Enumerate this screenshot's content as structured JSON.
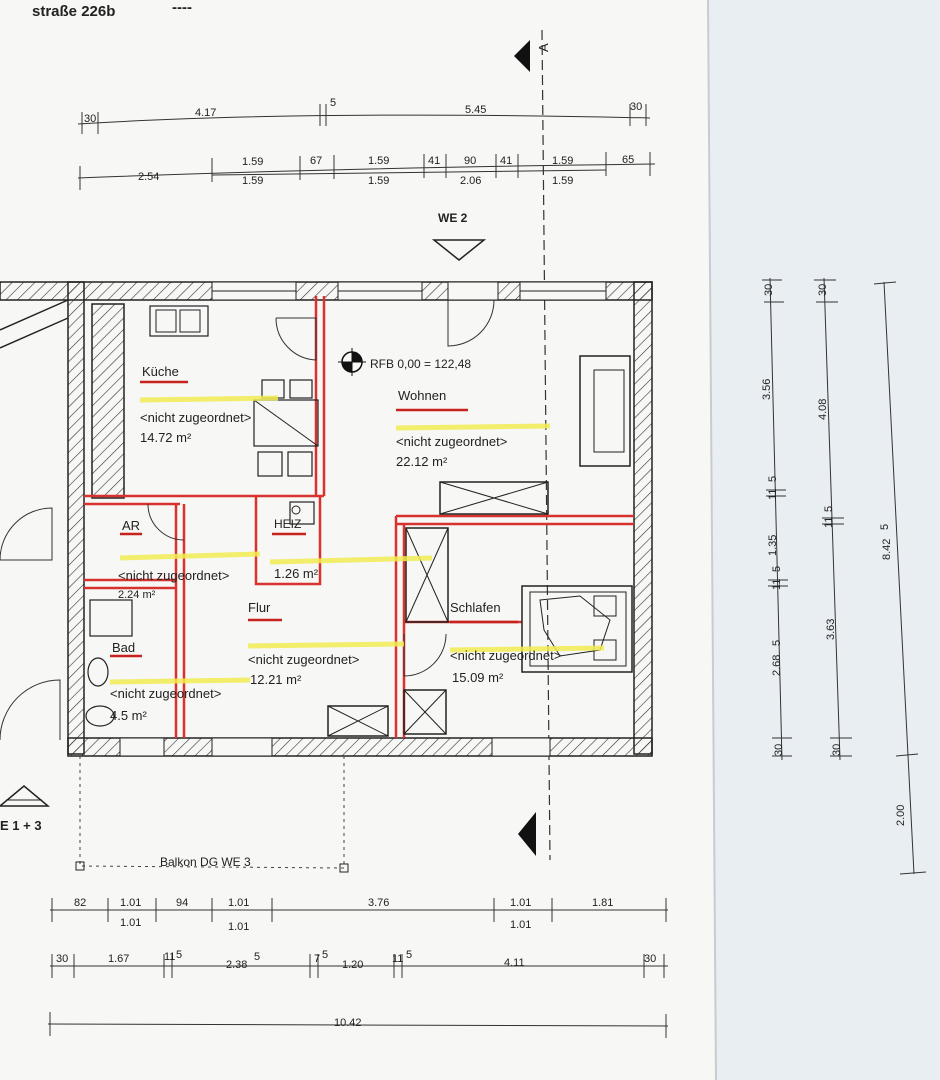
{
  "header": {
    "street": "straße 226b",
    "dashes": "----"
  },
  "section_marker": "A",
  "unit_top": "WE 2",
  "unit_left": "E 1 + 3",
  "balcony": "Balkon DG  WE 3",
  "rfb": "RFB 0,00 =  122,48",
  "rooms": {
    "kueche": {
      "name": "Küche",
      "tag": "<nicht zugeordnet>",
      "area": "14.72 m²"
    },
    "wohnen": {
      "name": "Wohnen",
      "tag": "<nicht zugeordnet>",
      "area": "22.12 m²"
    },
    "ar": {
      "name": "AR",
      "tag": "<nicht zugeordnet>",
      "area": "2.24 m²"
    },
    "heiz": {
      "name": "HEIZ",
      "area": "1.26 m²"
    },
    "flur": {
      "name": "Flur",
      "tag": "<nicht zugeordnet>",
      "area": "12.21 m²"
    },
    "schlafen": {
      "name": "Schlafen",
      "tag": "<nicht zugeordnet>",
      "area": "15.09 m²"
    },
    "bad": {
      "name": "Bad",
      "tag": "<nicht zugeordnet>",
      "area": "4.5 m²"
    }
  },
  "dims_top1": [
    "30",
    "4.17",
    "5",
    "5.45",
    "30"
  ],
  "dims_top2_upper": [
    "2.54",
    "1.59",
    "67",
    "1.59",
    "41",
    "90",
    "41",
    "1.59",
    "65"
  ],
  "dims_top2_lower": [
    "1.59",
    "1.59",
    "2.06",
    "1.59"
  ],
  "dims_bot1_upper": [
    "82",
    "1.01",
    "94",
    "1.01",
    "3.76",
    "1.01",
    "1.81"
  ],
  "dims_bot1_lower": [
    "1.01",
    "1.01",
    "1.01"
  ],
  "dims_bot2": [
    "30",
    "1.67",
    "11",
    "5",
    "2.38",
    "5",
    "7",
    "5",
    "1.20",
    "11",
    "5",
    "4.11",
    "30"
  ],
  "dims_bot3": [
    "10.42"
  ],
  "dims_right1": [
    "30",
    "3.56",
    "11",
    "5",
    "1.35",
    "11",
    "5",
    "2.68",
    "5",
    "30"
  ],
  "dims_right2": [
    "30",
    "4.08",
    "11",
    "5",
    "3.63",
    "30"
  ],
  "dims_right3": [
    "8.42",
    "5",
    "2.00"
  ]
}
